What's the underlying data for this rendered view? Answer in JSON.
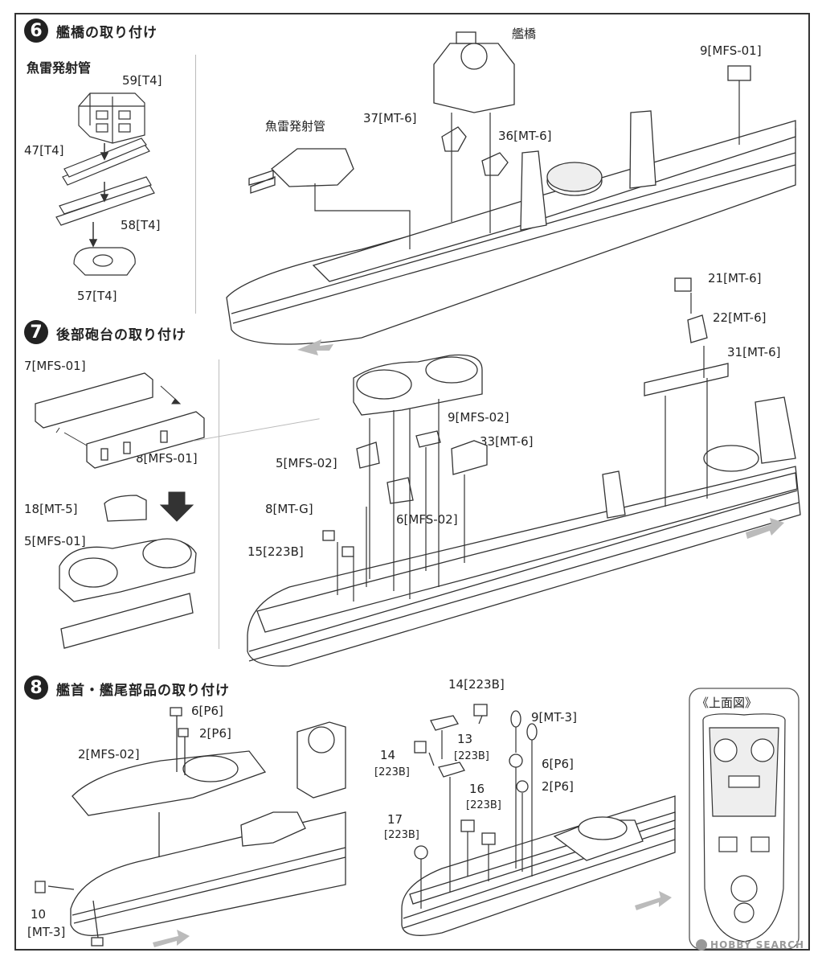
{
  "steps": {
    "s6": {
      "num": "6",
      "title": "艦橋の取り付け"
    },
    "s7": {
      "num": "7",
      "title": "後部砲台の取り付け"
    },
    "s8": {
      "num": "8",
      "title": "艦首・艦尾部品の取り付け"
    }
  },
  "s6_left": {
    "subtitle": "魚雷発射管",
    "p59": "59[T4]",
    "p47": "47[T4]",
    "p58": "58[T4]",
    "p57": "57[T4]"
  },
  "s6_main": {
    "bridge": "艦橋",
    "torpedo": "魚雷発射管",
    "p37": "37[MT-6]",
    "p36": "36[MT-6]",
    "p9": "9[MFS-01]"
  },
  "s7_left": {
    "p7": "7[MFS-01]",
    "p8": "8[MFS-01]",
    "p18": "18[MT-5]",
    "p5": "5[MFS-01]"
  },
  "s7_main": {
    "p21": "21[MT-6]",
    "p22": "22[MT-6]",
    "p31": "31[MT-6]",
    "p9": "9[MFS-02]",
    "p33": "33[MT-6]",
    "p5": "5[MFS-02]",
    "p8": "8[MT-G]",
    "p6": "6[MFS-02]",
    "p15": "15[223B]"
  },
  "s8_left": {
    "p6": "6[P6]",
    "p2": "2[P6]",
    "p2m": "2[MFS-02]",
    "p10a": "10",
    "p10b": "[MT-3]"
  },
  "s8_main": {
    "p14a": "14[223B]",
    "p14b_num": "14",
    "p14b_code": "[223B]",
    "p13_num": "13",
    "p13_code": "[223B]",
    "p9": "9[MT-3]",
    "p6": "6[P6]",
    "p2": "2[P6]",
    "p16_num": "16",
    "p16_code": "[223B]",
    "p17_num": "17",
    "p17_code": "[223B]"
  },
  "top_view": {
    "label": "《上面図》"
  },
  "watermark": "HOBBY SEARCH"
}
